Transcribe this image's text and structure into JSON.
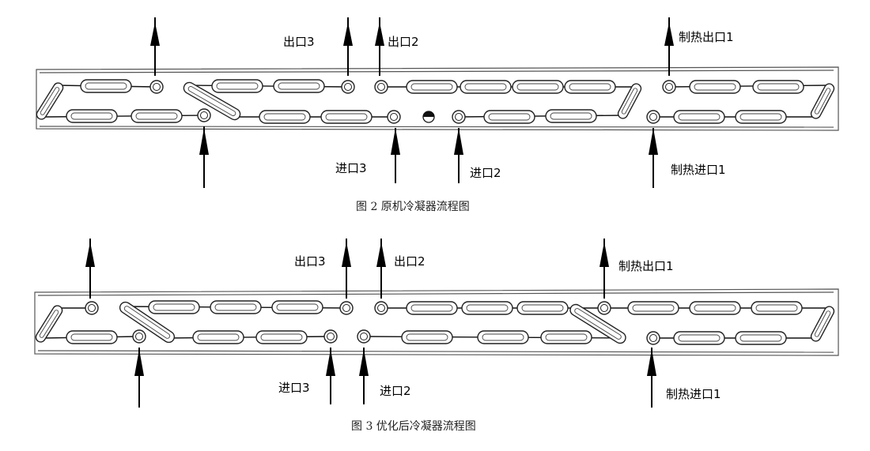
{
  "diagram_top": {
    "labels": {
      "outlet3": "出口3",
      "outlet2": "出口2",
      "heat_outlet1": "制热出口1",
      "inlet3": "进口3",
      "inlet2": "进口2",
      "heat_inlet1": "制热进口1"
    },
    "caption": "图 2   原机冷凝器流程图"
  },
  "diagram_bottom": {
    "labels": {
      "outlet3": "出口3",
      "outlet2": "出口2",
      "heat_outlet1": "制热出口1",
      "inlet3": "进口3",
      "inlet2": "进口2",
      "heat_inlet1": "制热进口1"
    },
    "caption": "图 3   优化后冷凝器流程图"
  }
}
